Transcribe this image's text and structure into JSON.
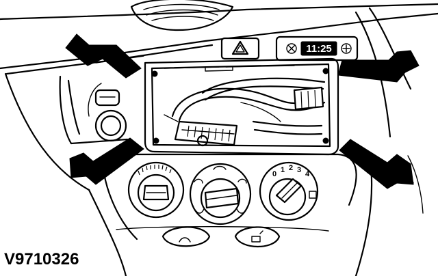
{
  "figure": {
    "reference_code": "V9710326",
    "clock_display": "11:25",
    "fan_dial_numbers": [
      "1",
      "2",
      "3",
      "4"
    ],
    "fan_dial_off_mark": "0",
    "arrow_count": 4
  }
}
